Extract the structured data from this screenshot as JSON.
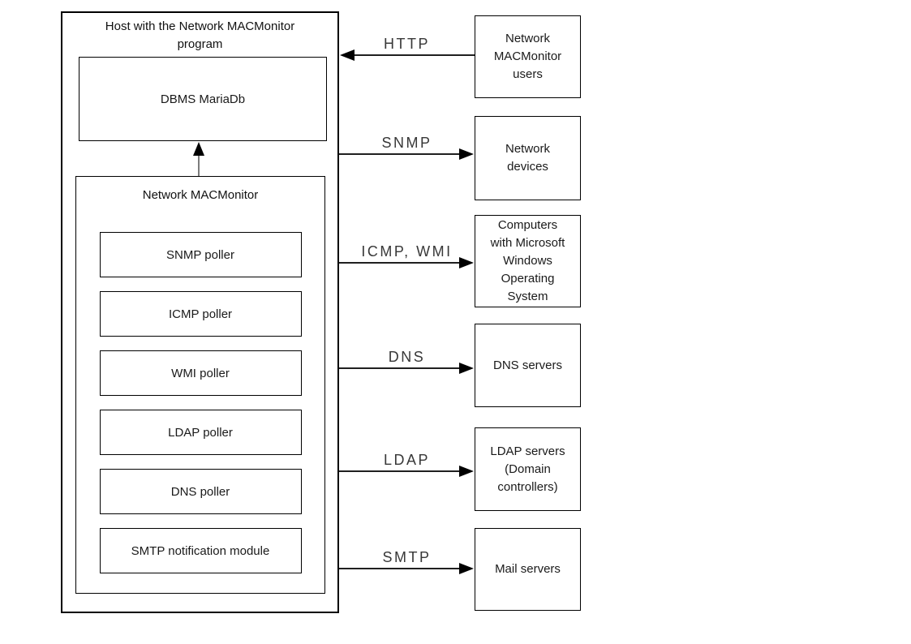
{
  "diagram": {
    "host": {
      "title": "Host with the Network MACMonitor program",
      "dbms_label": "DBMS MariaDb",
      "monitor": {
        "title": "Network MACMonitor",
        "modules": [
          "SNMP poller",
          "ICMP poller",
          "WMI poller",
          "LDAP poller",
          "DNS poller",
          "SMTP notification module"
        ]
      }
    },
    "connections": [
      {
        "protocol": "HTTP",
        "target": "Network MACMonitor users",
        "direction": "into-host"
      },
      {
        "protocol": "SNMP",
        "target": "Network devices",
        "direction": "from-host"
      },
      {
        "protocol": "ICMP, WMI",
        "target": "Computers with Microsoft Windows Operating System",
        "direction": "from-host"
      },
      {
        "protocol": "DNS",
        "target": "DNS servers",
        "direction": "from-host"
      },
      {
        "protocol": "LDAP",
        "target": "LDAP servers (Domain controllers)",
        "direction": "from-host"
      },
      {
        "protocol": "SMTP",
        "target": "Mail servers",
        "direction": "from-host"
      }
    ],
    "colors": {
      "line": "#000000",
      "background": "#ffffff",
      "label_text": "#383838"
    }
  }
}
